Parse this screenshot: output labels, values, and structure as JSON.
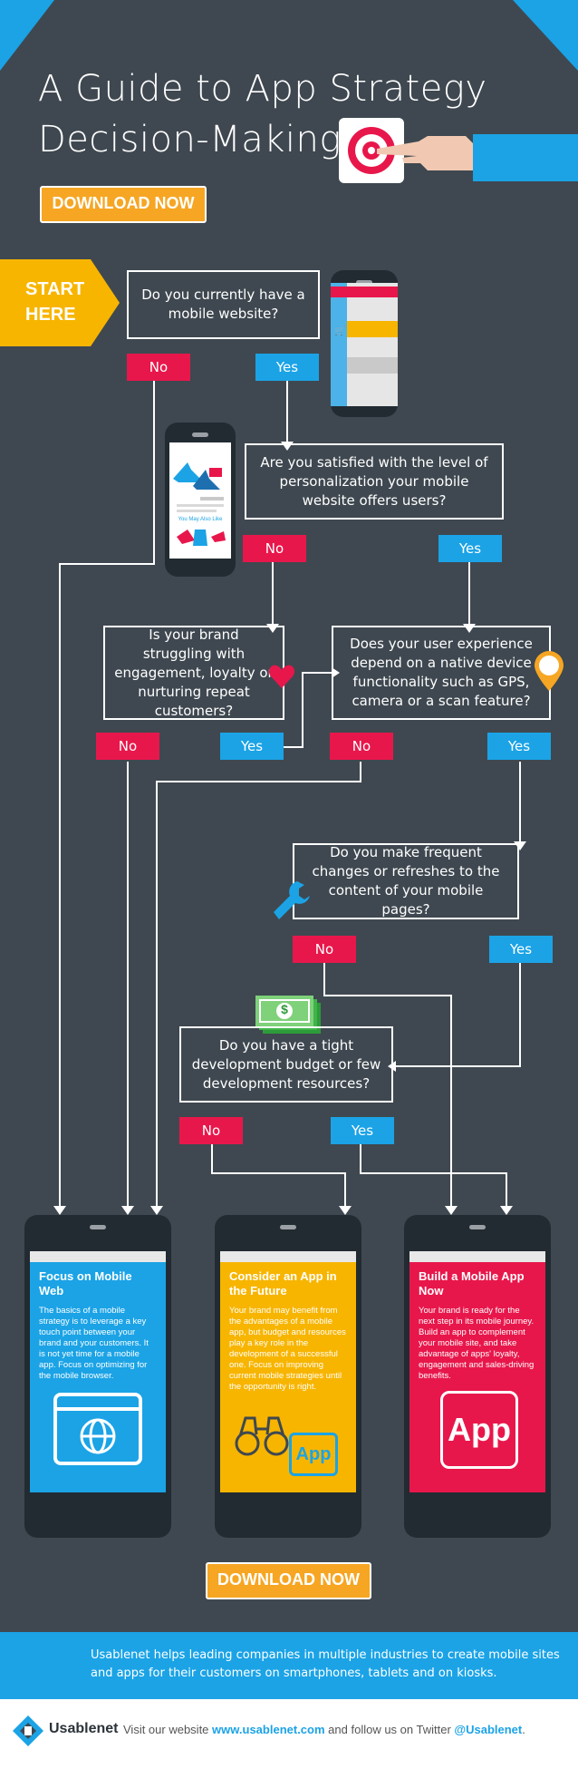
{
  "header": {
    "title_line1": "A Guide to App Strategy",
    "title_line2": "Decision-Making",
    "download_label": "DOWNLOAD NOW"
  },
  "start": {
    "line1": "START",
    "line2": "HERE"
  },
  "questions": {
    "q1": "Do you currently have a mobile website?",
    "q2": "Are you satisfied with the level of personalization your mobile website offers users?",
    "q3": "Is your brand struggling with engagement, loyalty or nurturing repeat customers?",
    "q4": "Does your user experience depend on a native device functionality such as GPS, camera or a scan feature?",
    "q5": "Do you make frequent changes or refreshes to the content of your mobile pages?",
    "q6": "Do you have a tight development budget or few development resources?"
  },
  "answers": {
    "no": "No",
    "yes": "Yes"
  },
  "illustration": {
    "shop_label": "You May Also Like",
    "money_symbol": "$"
  },
  "results": {
    "web": {
      "title": "Focus on Mobile Web",
      "body": "The basics of a mobile strategy is to leverage a key touch point between your brand and your customers. It is not yet time for a mobile app. Focus on optimizing for the mobile browser."
    },
    "future": {
      "title": "Consider an App in the Future",
      "body": "Your brand may benefit from the advantages of a mobile app, but budget and resources play a key role in the development of a successful one. Focus on improving current mobile strategies until the opportunity is right.",
      "icon_label": "App"
    },
    "build": {
      "title": "Build a Mobile App Now",
      "body": "Your brand is ready for the next step in its mobile journey. Build an app to complement your mobile site, and take advantage of apps' loyalty, engagement and sales-driving benefits.",
      "icon_label": "App"
    }
  },
  "footer": {
    "blurb": "Usablenet helps leading companies in multiple industries to create mobile sites and apps for their customers on smartphones, tablets and on kiosks.",
    "brand": "Usablenet",
    "visit_prefix": "Visit our website",
    "website": "www.usablenet.com",
    "follow_text": "and follow us on Twitter",
    "twitter": "@Usablenet",
    "period": "."
  },
  "colors": {
    "background": "#3f4850",
    "accent_blue": "#1ba3e6",
    "no_red": "#e8174b",
    "orange": "#f6a623",
    "yellow": "#f7b500"
  }
}
